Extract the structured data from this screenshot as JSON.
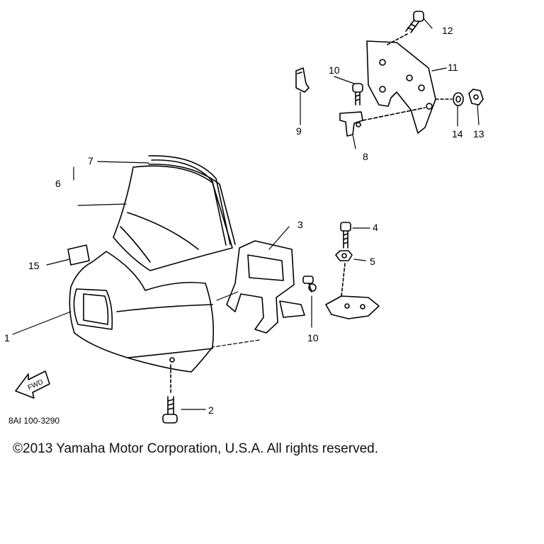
{
  "diagram": {
    "callouts": [
      "1",
      "2",
      "3",
      "4",
      "5",
      "6",
      "7",
      "8",
      "9",
      "10",
      "10",
      "11",
      "12",
      "13",
      "14",
      "15"
    ],
    "fwd_label": "FWD",
    "diagram_code": "8AI 100-3290"
  },
  "footer": {
    "copyright": "©2013 Yamaha Motor Corporation, U.S.A. All rights reserved."
  }
}
